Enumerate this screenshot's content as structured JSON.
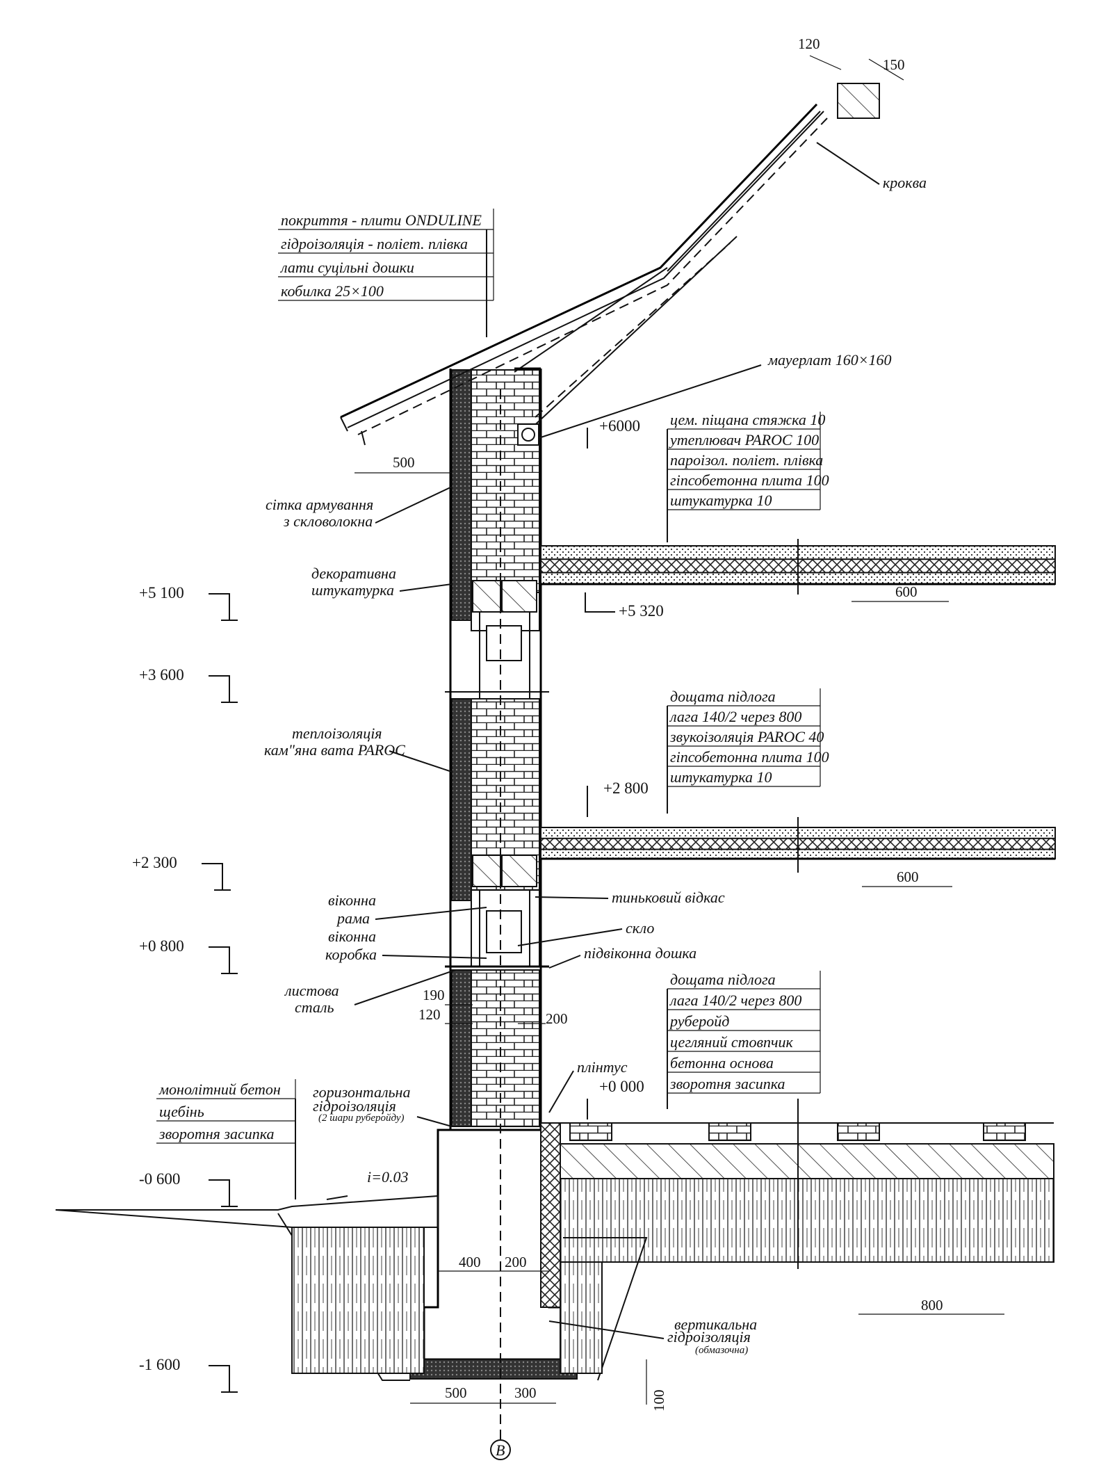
{
  "callouts": {
    "roof_layers": [
      "покриття - плити ONDULINE",
      "гідроізоляція - поліет. плівка",
      "лати суцільні дошки",
      "кобилка 25×100"
    ],
    "attic_floor_layers": [
      "цем. піщана стяжка 10",
      "утеплювач PAROC 100",
      "пароізол. поліет. плівка",
      "гіпсобетонна плита 100",
      "штукатурка 10"
    ],
    "mid_floor_layers": [
      "дощата підлога",
      "лага 140/2 через 800",
      "звукоізоляція PAROC 40",
      "гіпсобетонна плита 100",
      "штукатурка 10"
    ],
    "ground_floor_layers": [
      "дощата підлога",
      "лага 140/2 через 800",
      "руберойд",
      "цегляний стовпчик",
      "бетонна основа",
      "зворотня засипка"
    ],
    "paving_layers": [
      "монолітний бетон",
      "щебінь",
      "зворотня засипка"
    ]
  },
  "labels": {
    "rafter": "кроква",
    "wall_plate": "мауерлат 160×160",
    "mesh_1": "сітка армування",
    "mesh_2": "з скловолокна",
    "plaster_1": "декоративна",
    "plaster_2": "штукатурка",
    "insulation_1": "теплоізоляція",
    "insulation_2": "кам\"яна вата PAROC",
    "slope": "і=0.03",
    "window_frame_1": "віконна",
    "window_frame_2": "рама",
    "window_box_1": "віконна",
    "window_box_2": "коробка",
    "steel_1": "листова",
    "steel_2": "сталь",
    "reveal": "тиньковий відкас",
    "glass": "скло",
    "sill": "підвіконна дошка",
    "plinth": "плінтус",
    "horiz_wp_1": "горизонтальна",
    "horiz_wp_2": "гідроізоляція",
    "horiz_wp_3": "(2 шари руберойду)",
    "vert_wp_1": "вертикальна",
    "vert_wp_2": "гідроізоляція",
    "vert_wp_3": "(обмазочна)",
    "axis": "В"
  },
  "levels": {
    "l6000": "+6000",
    "l5320": "+5 320",
    "l5100": "+5 100",
    "l3600": "+3 600",
    "l2800": "+2 800",
    "l2300": "+2 300",
    "l0800": "+0 800",
    "l0000": "+0 000",
    "lm0600": "-0 600",
    "lm1600": "-1 600"
  },
  "dims": {
    "d120_top": "120",
    "d150": "150",
    "d500_eave": "500",
    "d600_a": "600",
    "d600_b": "600",
    "d190": "190",
    "d120": "120",
    "d200_wall": "200",
    "d400": "400",
    "d200_found": "200",
    "d800": "800",
    "d500_foot": "500",
    "d300_foot": "300",
    "d100": "100"
  },
  "colors": {
    "ink": "#111111",
    "paper": "#ffffff",
    "wall_dark": "#444444"
  }
}
